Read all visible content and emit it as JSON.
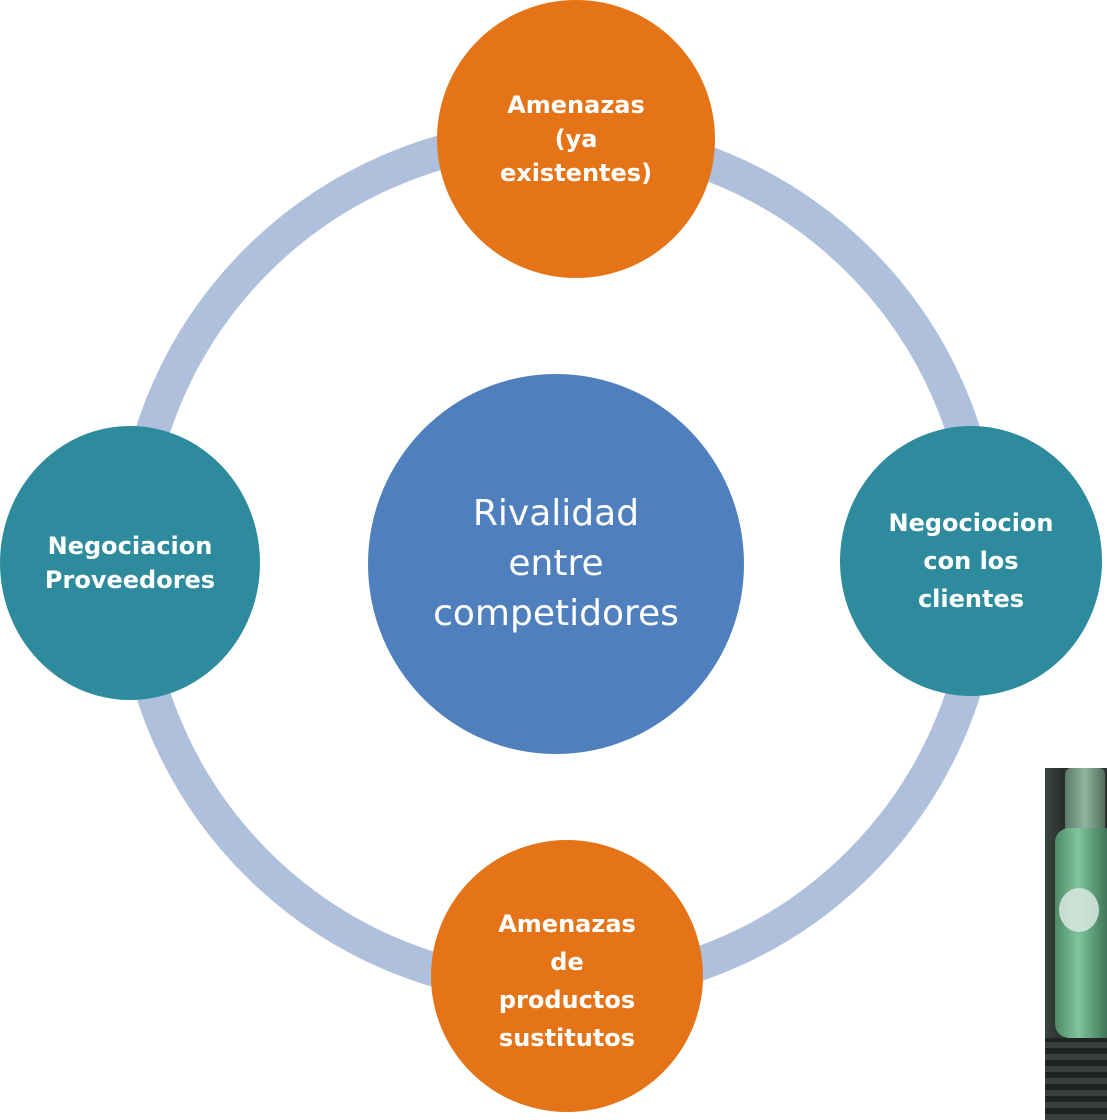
{
  "diagram": {
    "center": {
      "label": "Rivalidad\nentre\ncompetidores",
      "color": "#4f80bd"
    },
    "top": {
      "label": "Amenazas\n(ya\nexistentes)",
      "color": "#e57418"
    },
    "right": {
      "label": "Negociocion\ncon los\nclientes",
      "color": "#2e8b9d"
    },
    "bottom": {
      "label": "Amenazas\nde\nproductos\nsustitutos",
      "color": "#e57418"
    },
    "left": {
      "label": "Negociacion\nProveedores",
      "color": "#2e8b9d"
    },
    "ring_color": "#aec0dc"
  }
}
